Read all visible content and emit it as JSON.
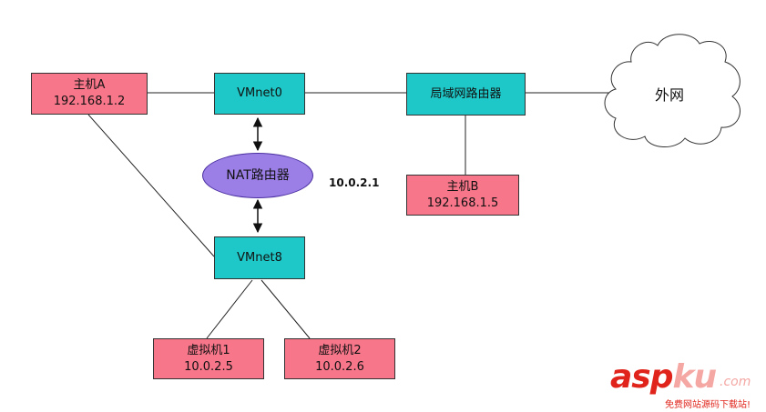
{
  "nodes": {
    "host_a": {
      "line1": "主机A",
      "line2": "192.168.1.2"
    },
    "vmnet0": {
      "label": "VMnet0"
    },
    "lan_router": {
      "label": "局域网路由器"
    },
    "internet": {
      "label": "外网"
    },
    "nat_router": {
      "label": "NAT路由器"
    },
    "nat_ip": {
      "label": "10.0.2.1"
    },
    "host_b": {
      "line1": "主机B",
      "line2": "192.168.1.5"
    },
    "vmnet8": {
      "label": "VMnet8"
    },
    "vm1": {
      "line1": "虚拟机1",
      "line2": "10.0.2.5"
    },
    "vm2": {
      "line1": "虚拟机2",
      "line2": "10.0.2.6"
    }
  },
  "colors": {
    "host": "#f7768a",
    "switch": "#1ec8c8",
    "nat": "#9b7ee6",
    "watermark_red": "#e0241b",
    "watermark_pink": "#f4a7a3"
  },
  "watermark": {
    "asp": "asp",
    "ku": "ku",
    "com": ".com",
    "sub": "免费网站源码下载站!"
  }
}
